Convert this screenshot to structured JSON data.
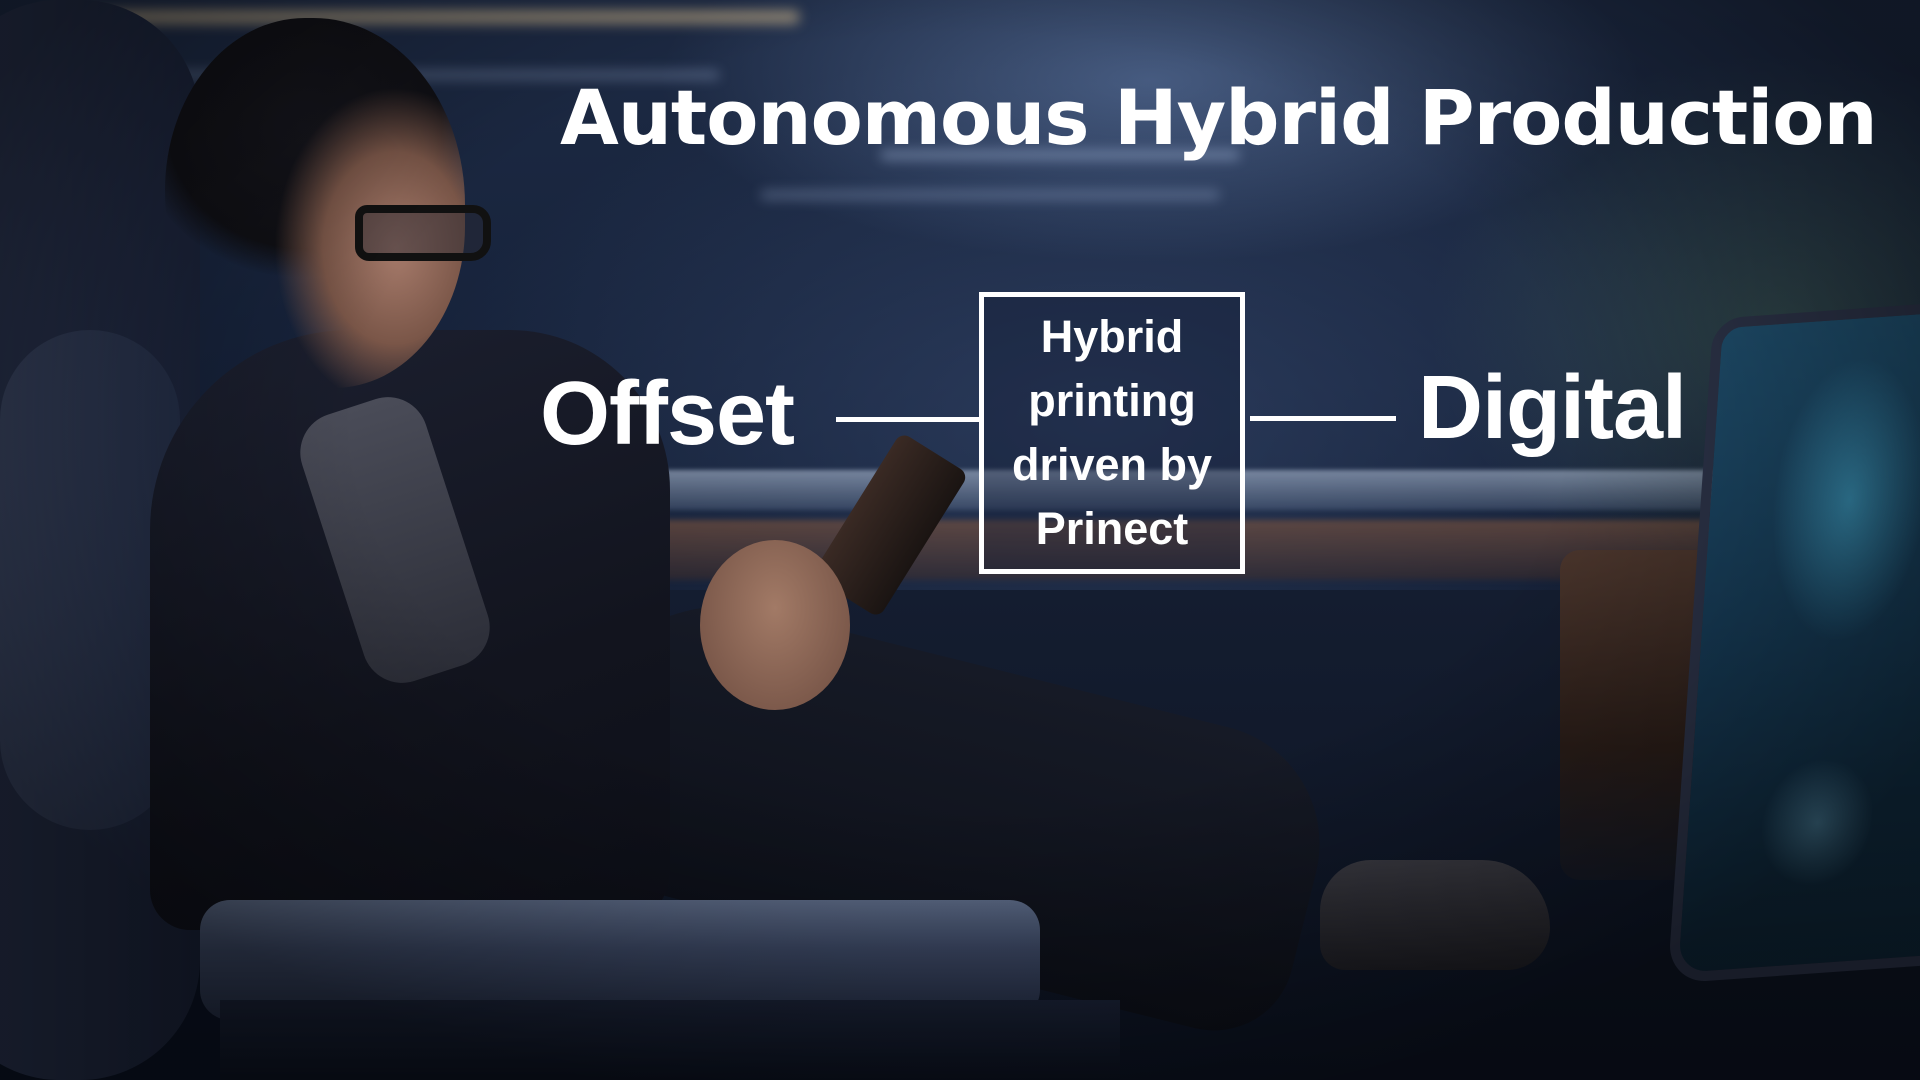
{
  "slide": {
    "title": "Autonomous Hybrid Production",
    "left_label": "Offset",
    "right_label": "Digital",
    "center_box_text": "Hybrid\nprinting\ndriven by\nPrinect"
  },
  "background": {
    "photo_subject": "person reading a tablet in the back seat of an autonomous car at night"
  },
  "colors": {
    "text": "#ffffff",
    "box_border": "#ffffff",
    "background_tone": "#16223a"
  }
}
